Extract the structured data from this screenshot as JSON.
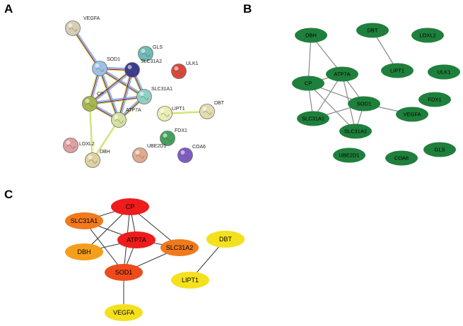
{
  "panels": {
    "A": {
      "letter": "A",
      "nodes": [
        {
          "id": "VEGFA",
          "label": "VEGFA",
          "color": "#d9cdb4"
        },
        {
          "id": "SOD1",
          "label": "SOD1",
          "color": "#9cc1e3"
        },
        {
          "id": "GLS",
          "label": "GLS",
          "color": "#6fb9b6"
        },
        {
          "id": "SLC31A2",
          "label": "SLC31A2",
          "color": "#3c3c8c"
        },
        {
          "id": "ULK1",
          "label": "ULK1",
          "color": "#d9483b"
        },
        {
          "id": "SLC31A1",
          "label": "SLC31A1",
          "color": "#8fd1c3"
        },
        {
          "id": "CP",
          "label": "CP",
          "color": "#a7b74d"
        },
        {
          "id": "ATP7A",
          "label": "ATP7A",
          "color": "#d6e0a2"
        },
        {
          "id": "LIPT1",
          "label": "LIPT1",
          "color": "#eaedb4"
        },
        {
          "id": "DBT",
          "label": "DBT",
          "color": "#e3dcae"
        },
        {
          "id": "FDX1",
          "label": "FDX1",
          "color": "#45a05c"
        },
        {
          "id": "LOXL2",
          "label": "LOXL2",
          "color": "#df9ea0"
        },
        {
          "id": "DBH",
          "label": "DBH",
          "color": "#ded3a0"
        },
        {
          "id": "UBE2D1",
          "label": "UBE2D1",
          "color": "#e0aa8d"
        },
        {
          "id": "COA6",
          "label": "COA6",
          "color": "#7f5cc4"
        }
      ],
      "edges": [
        {
          "from": "VEGFA",
          "to": "SOD1"
        },
        {
          "from": "SOD1",
          "to": "SLC31A2"
        },
        {
          "from": "SOD1",
          "to": "CP"
        },
        {
          "from": "SOD1",
          "to": "ATP7A"
        },
        {
          "from": "SOD1",
          "to": "SLC31A1"
        },
        {
          "from": "SLC31A2",
          "to": "CP"
        },
        {
          "from": "SLC31A2",
          "to": "ATP7A"
        },
        {
          "from": "SLC31A2",
          "to": "SLC31A1"
        },
        {
          "from": "CP",
          "to": "ATP7A"
        },
        {
          "from": "CP",
          "to": "SLC31A1"
        },
        {
          "from": "ATP7A",
          "to": "SLC31A1"
        },
        {
          "from": "CP",
          "to": "DBH"
        },
        {
          "from": "ATP7A",
          "to": "DBH"
        },
        {
          "from": "LIPT1",
          "to": "DBT"
        }
      ]
    },
    "B": {
      "letter": "B",
      "node_color": "#1f7f3c",
      "nodes": [
        {
          "id": "DBH",
          "label": "DBH"
        },
        {
          "id": "DBT",
          "label": "DBT"
        },
        {
          "id": "LOXL2",
          "label": "LOXL2"
        },
        {
          "id": "ATP7A",
          "label": "ATP7A"
        },
        {
          "id": "LIPT1",
          "label": "LIPT1"
        },
        {
          "id": "ULK1",
          "label": "ULK1"
        },
        {
          "id": "CP",
          "label": "CP"
        },
        {
          "id": "FDX1",
          "label": "FDX1"
        },
        {
          "id": "SOD1",
          "label": "SOD1"
        },
        {
          "id": "VEGFA",
          "label": "VEGFA"
        },
        {
          "id": "SLC31A1",
          "label": "SLC31A1"
        },
        {
          "id": "SLC31A2",
          "label": "SLC31A2"
        },
        {
          "id": "UBE2D1",
          "label": "UBE2D1"
        },
        {
          "id": "GLS",
          "label": "GLS"
        },
        {
          "id": "COA6",
          "label": "COA6"
        }
      ],
      "edges": [
        {
          "from": "DBH",
          "to": "ATP7A"
        },
        {
          "from": "DBH",
          "to": "CP"
        },
        {
          "from": "DBT",
          "to": "LIPT1"
        },
        {
          "from": "ATP7A",
          "to": "CP"
        },
        {
          "from": "ATP7A",
          "to": "SOD1"
        },
        {
          "from": "ATP7A",
          "to": "SLC31A1"
        },
        {
          "from": "ATP7A",
          "to": "SLC31A2"
        },
        {
          "from": "CP",
          "to": "SOD1"
        },
        {
          "from": "CP",
          "to": "SLC31A1"
        },
        {
          "from": "CP",
          "to": "SLC31A2"
        },
        {
          "from": "SOD1",
          "to": "SLC31A1"
        },
        {
          "from": "SOD1",
          "to": "SLC31A2"
        },
        {
          "from": "SOD1",
          "to": "VEGFA"
        }
      ]
    },
    "C": {
      "letter": "C",
      "nodes": [
        {
          "id": "CP",
          "label": "CP",
          "color": "#ee1c1c"
        },
        {
          "id": "SLC31A1",
          "label": "SLC31A1",
          "color": "#f07a1e"
        },
        {
          "id": "ATP7A",
          "label": "ATP7A",
          "color": "#ee1c1c"
        },
        {
          "id": "SLC31A2",
          "label": "SLC31A2",
          "color": "#f07a1e"
        },
        {
          "id": "DBT",
          "label": "DBT",
          "color": "#f5e01e"
        },
        {
          "id": "DBH",
          "label": "DBH",
          "color": "#f49f1b"
        },
        {
          "id": "SOD1",
          "label": "SOD1",
          "color": "#ef4a1c"
        },
        {
          "id": "LIPT1",
          "label": "LIPT1",
          "color": "#f5e01e"
        },
        {
          "id": "VEGFA",
          "label": "VEGFA",
          "color": "#f5e01e"
        }
      ],
      "edges": [
        {
          "from": "CP",
          "to": "SLC31A1"
        },
        {
          "from": "CP",
          "to": "ATP7A"
        },
        {
          "from": "CP",
          "to": "SLC31A2"
        },
        {
          "from": "CP",
          "to": "DBH"
        },
        {
          "from": "CP",
          "to": "SOD1"
        },
        {
          "from": "SLC31A1",
          "to": "ATP7A"
        },
        {
          "from": "SLC31A1",
          "to": "SOD1"
        },
        {
          "from": "ATP7A",
          "to": "SLC31A2"
        },
        {
          "from": "ATP7A",
          "to": "SOD1"
        },
        {
          "from": "ATP7A",
          "to": "DBH"
        },
        {
          "from": "SLC31A2",
          "to": "SOD1"
        },
        {
          "from": "SOD1",
          "to": "VEGFA"
        },
        {
          "from": "DBT",
          "to": "LIPT1"
        }
      ]
    }
  }
}
